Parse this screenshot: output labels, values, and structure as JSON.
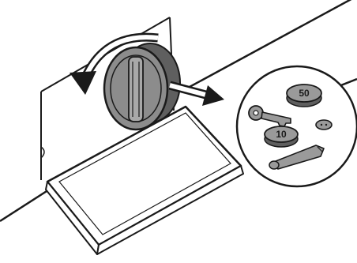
{
  "illustration": {
    "subject": "washing-machine-drain-pump-filter-maintenance",
    "coins": [
      {
        "label": "50"
      },
      {
        "label": "10"
      }
    ],
    "found_objects": [
      "coin-50",
      "coin-10",
      "key",
      "button",
      "hair-clip"
    ],
    "palette": {
      "outline": "#1a1a1a",
      "body": "#ffffff",
      "filter_cap": "#8c8c8c",
      "filter_cap_dark": "#5f5f5f",
      "object_fill": "#9a9a9a"
    }
  }
}
